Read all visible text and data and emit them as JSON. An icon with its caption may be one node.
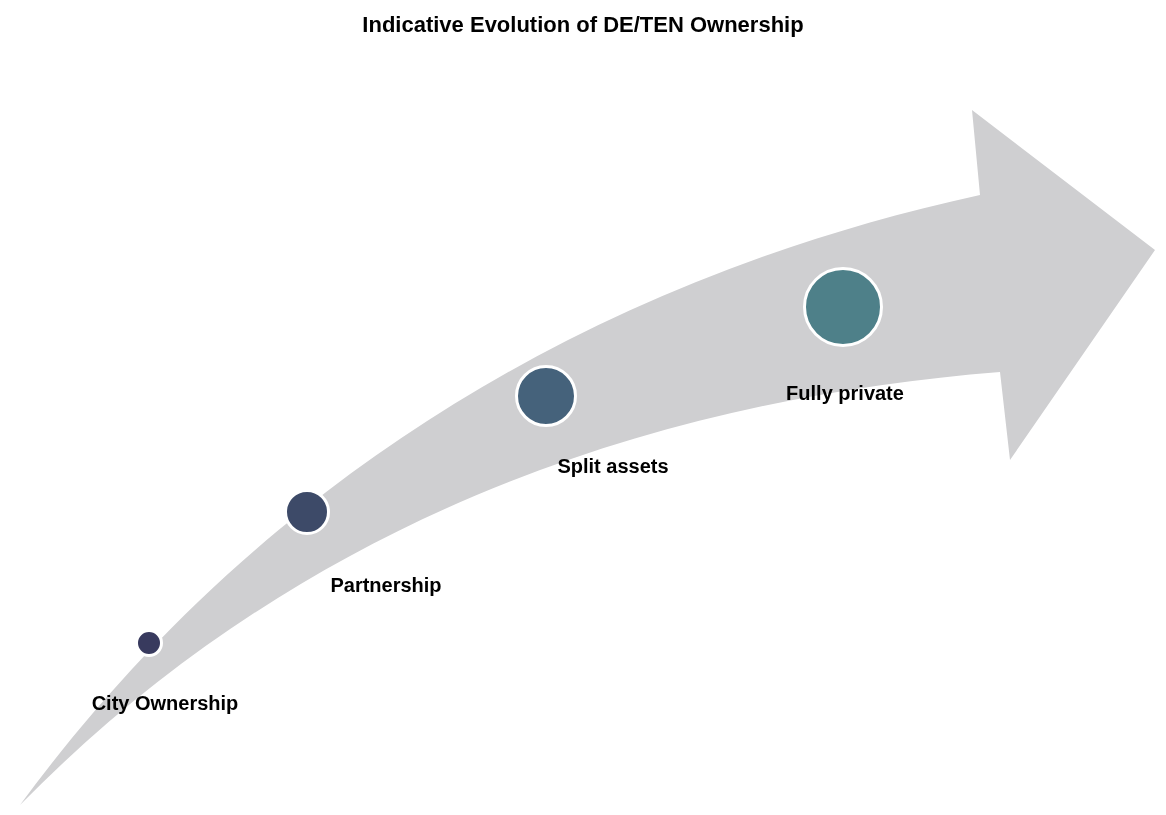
{
  "diagram": {
    "title": "Indicative Evolution of DE/TEN Ownership",
    "nodes": [
      {
        "text": [],
        "shape": "circle",
        "beside": [
          "City Ownership"
        ]
      },
      {
        "text": [],
        "shape": "circle",
        "beside": [
          "Partnership"
        ]
      },
      {
        "text": [],
        "shape": "circle",
        "beside": [
          "Split assets"
        ]
      },
      {
        "text": [],
        "shape": "circle",
        "beside": [
          "Fully private"
        ]
      }
    ]
  }
}
